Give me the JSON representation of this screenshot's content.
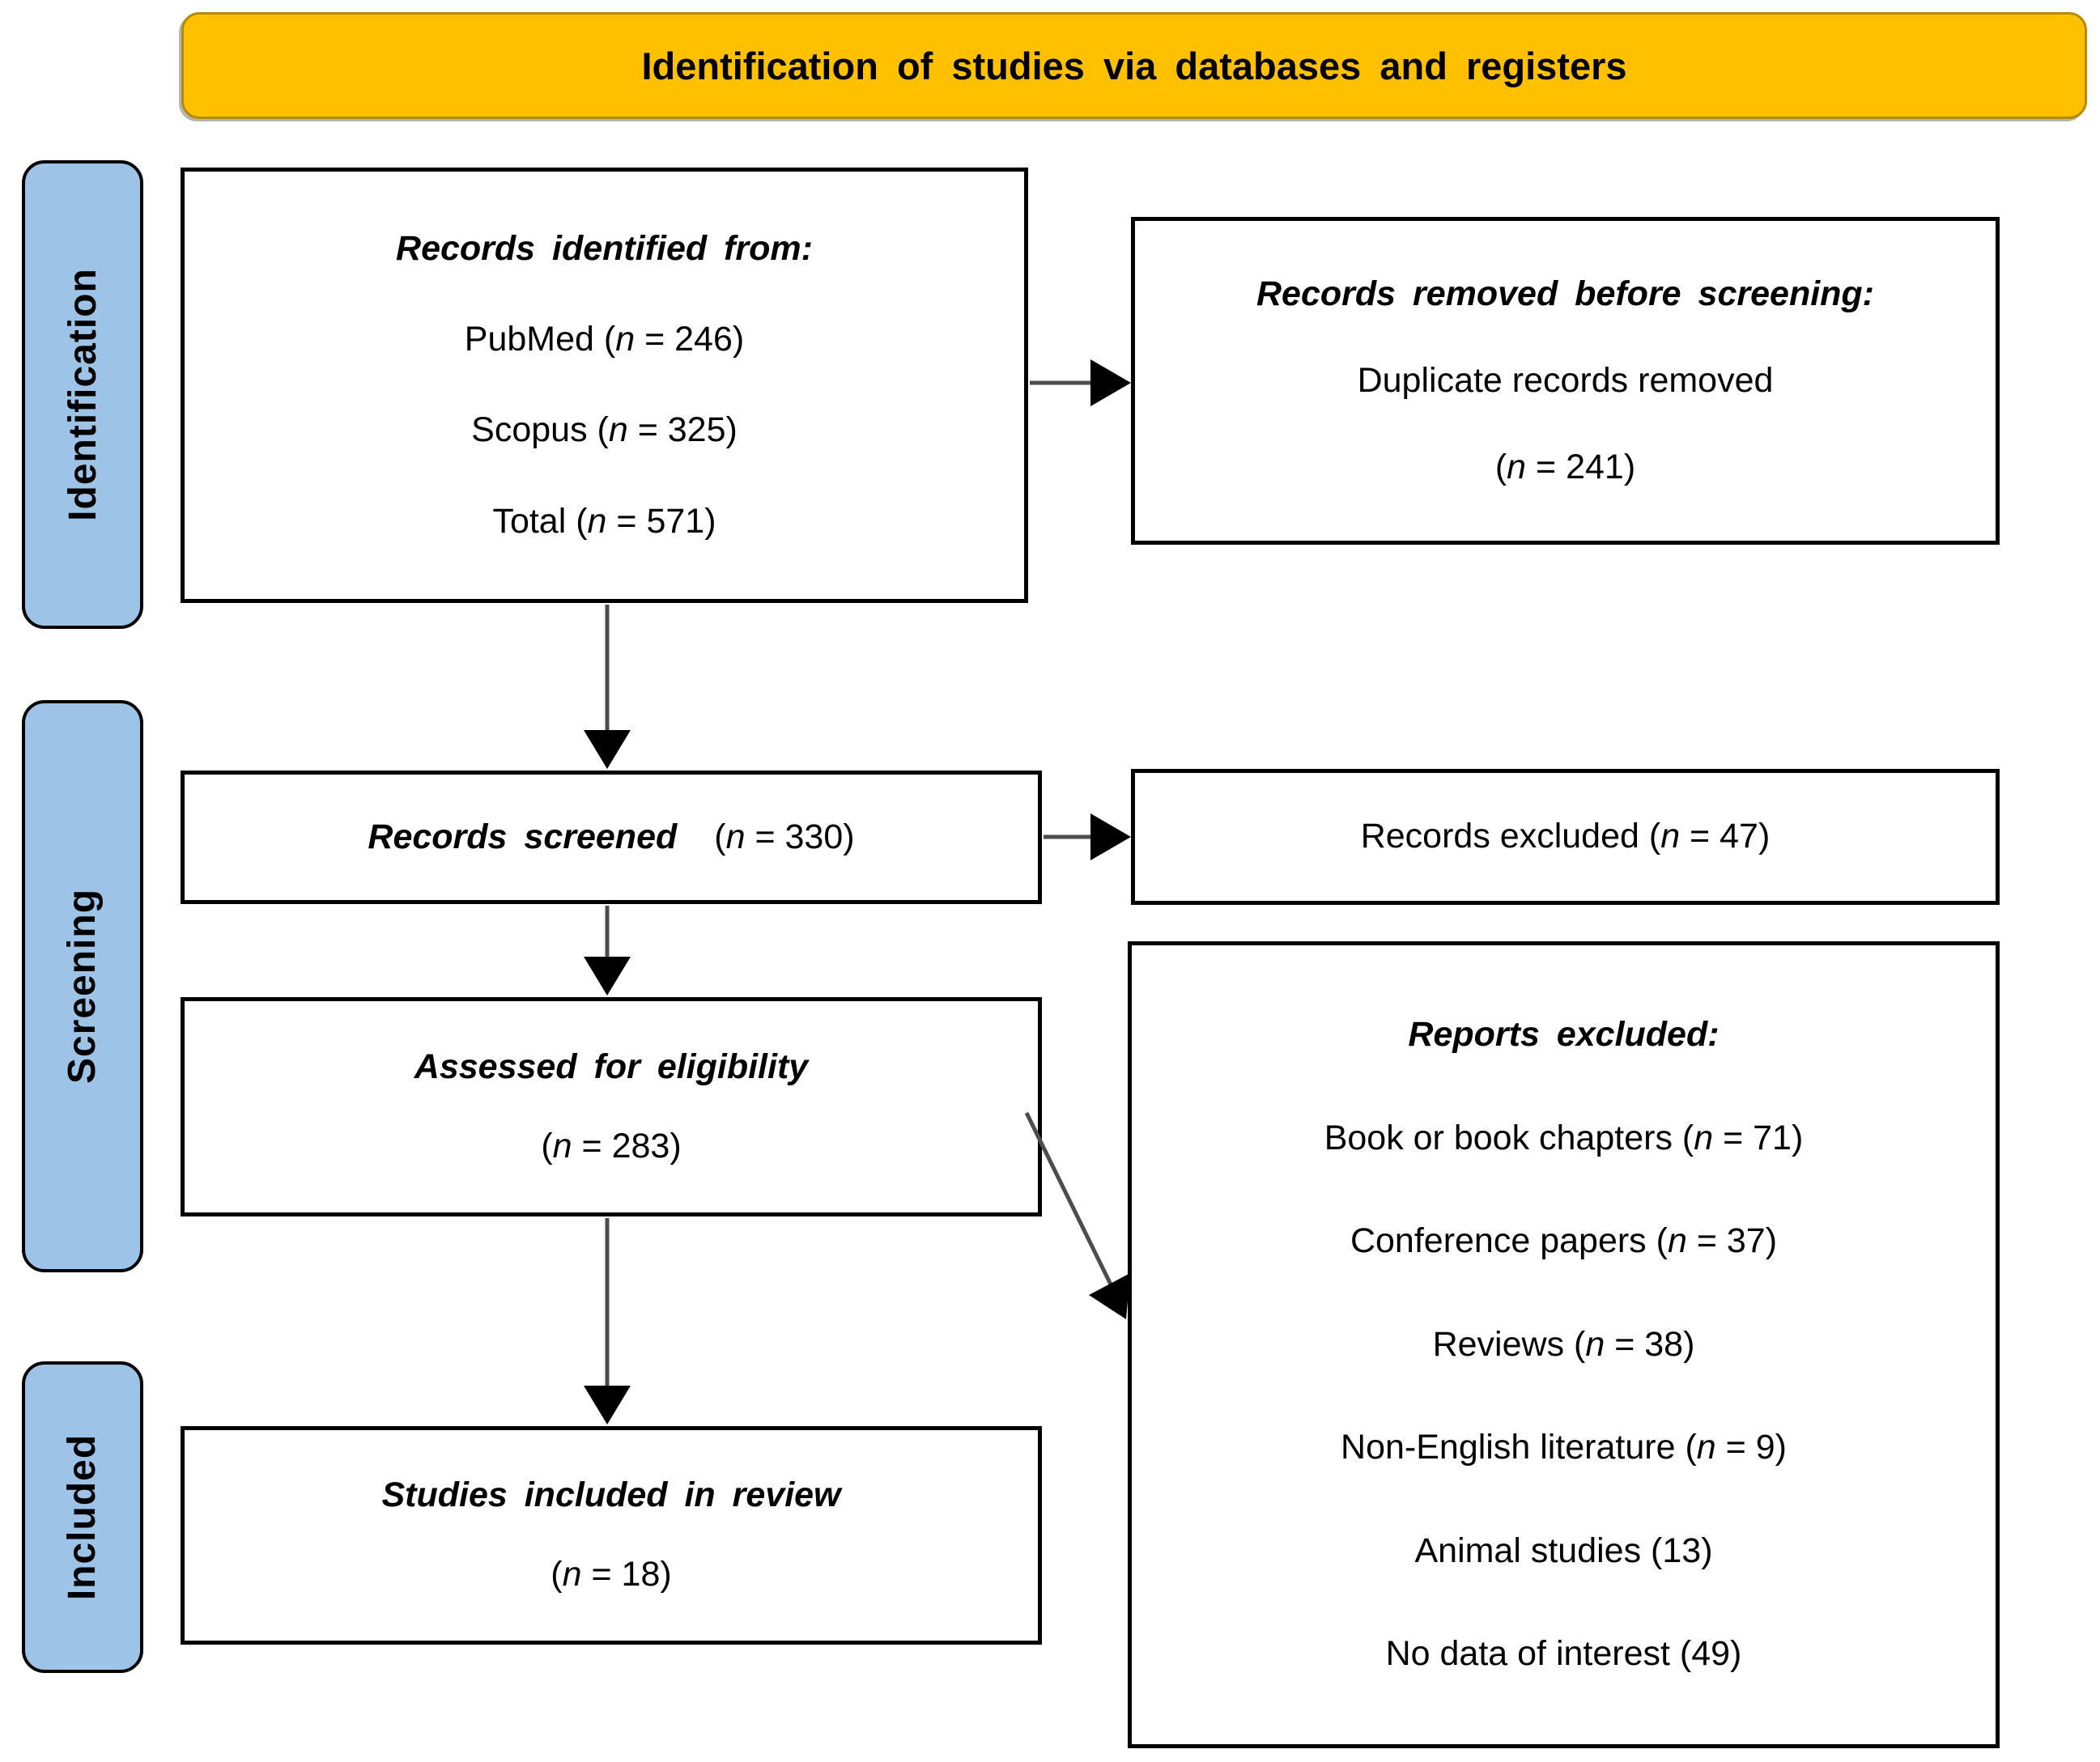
{
  "banner": {
    "title": "Identification of studies via databases and registers"
  },
  "palette": {
    "banner_fill": "#FFC000",
    "stage_fill": "#9DC3E6",
    "box_border": "#000000",
    "arrow_color": "#000000"
  },
  "stages": {
    "identification": "Identification",
    "screening": "Screening",
    "included": "Included"
  },
  "boxes": {
    "identified": {
      "title": "Records identified from:",
      "lines": [
        "PubMed (n = 246)",
        "Scopus (n = 325)",
        "Total (n = 571)"
      ]
    },
    "removed": {
      "title": "Records removed before screening:",
      "lines": [
        "Duplicate records removed",
        "(n = 241)"
      ]
    },
    "screened": {
      "title": "Records screened",
      "count": "(n = 330)"
    },
    "records_excluded": {
      "text": "Records excluded (n = 47)"
    },
    "eligibility": {
      "title": "Assessed for eligibility",
      "count": "(n = 283)"
    },
    "reports_excluded": {
      "title": "Reports excluded:",
      "lines": [
        "Book or book chapters (n = 71)",
        "Conference papers (n = 37)",
        "Reviews (n = 38)",
        "Non-English literature (n = 9)",
        "Animal studies (13)",
        "No data of interest (49)"
      ]
    },
    "included_review": {
      "title": "Studies included in review",
      "count": "(n = 18)"
    }
  }
}
